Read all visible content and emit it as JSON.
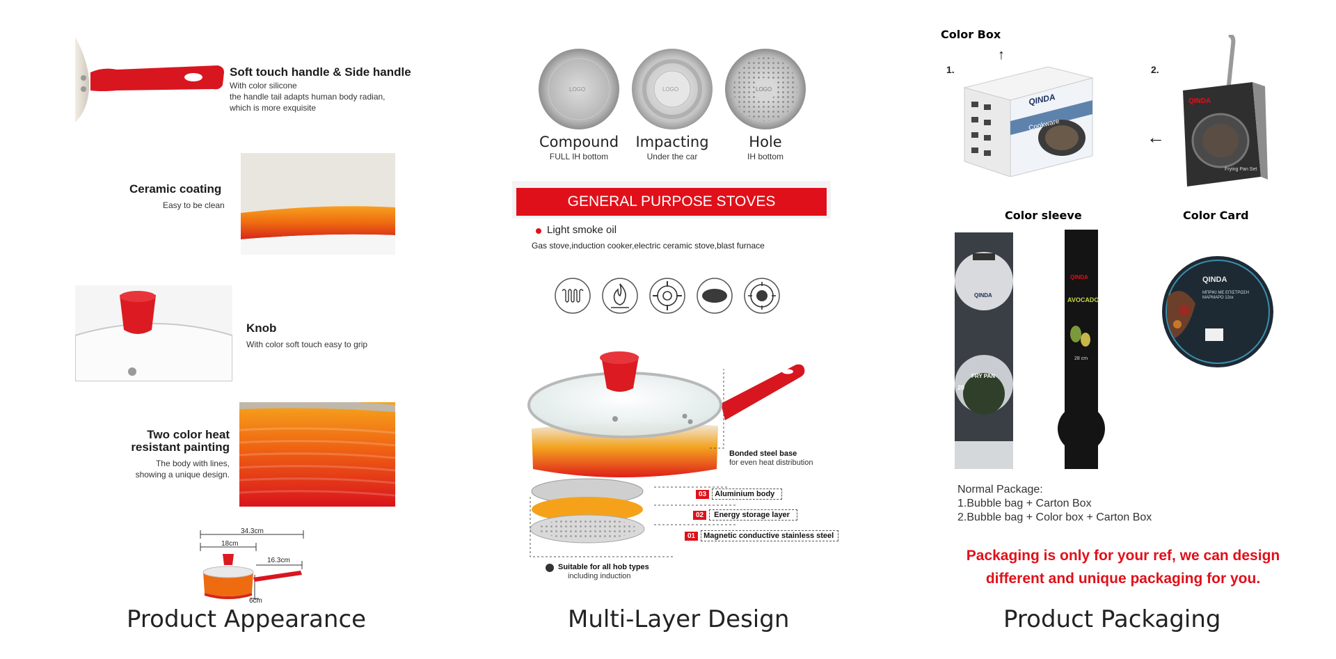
{
  "left": {
    "handle": {
      "title": "Soft touch handle & Side handle",
      "lines": [
        "With color silicone",
        "the handle tail adapts human body radian,",
        "which is more exquisite"
      ]
    },
    "ceramic": {
      "title": "Ceramic coating",
      "sub": "Easy to be clean"
    },
    "knob": {
      "title": "Knob",
      "sub": "With color soft touch easy to grip"
    },
    "painting": {
      "title_lines": [
        "Two color heat",
        "resistant painting"
      ],
      "sub_lines": [
        "The body with lines,",
        "showing a unique design."
      ]
    },
    "dimensions": {
      "overall": "34.3cm",
      "diameter": "18cm",
      "handle": "16.3cm",
      "height": "6cm"
    },
    "caption": "Product Appearance"
  },
  "middle": {
    "bottoms": [
      {
        "name": "Compound",
        "sub": "FULL IH bottom",
        "logo": "LOGO"
      },
      {
        "name": "Impacting",
        "sub": "Under the car",
        "logo": "LOGO"
      },
      {
        "name": "Hole",
        "sub": "IH bottom",
        "logo": "LOGO"
      }
    ],
    "banner": "GENERAL PURPOSE STOVES",
    "bullet": "Light smoke oil",
    "stoves": "Gas stove,induction cooker,electric ceramic stove,blast furnace",
    "stove_icons": [
      "coil-stove-icon",
      "gas-flame-icon",
      "gas-burner-icon",
      "ceramic-plate-icon",
      "induction-icon"
    ],
    "layers": {
      "base_title": "Bonded steel base",
      "base_sub": "for even heat distribution",
      "items": [
        {
          "num": "03",
          "label": "Aluminium body"
        },
        {
          "num": "02",
          "label": "Energy storage layer"
        },
        {
          "num": "01",
          "label": "Magnetic conductive stainless steel"
        }
      ],
      "hob_title": "Suitable for all hob types",
      "hob_sub": "including induction"
    },
    "caption": "Multi-Layer Design"
  },
  "right": {
    "color_box_label": "Color Box",
    "num1": "1.",
    "num2": "2.",
    "brand": "QINDA",
    "box_word": "Cookware",
    "pan_text": "Frying Pan Set",
    "color_sleeve_label": "Color sleeve",
    "color_card_label": "Color Card",
    "sleeve_a": {
      "product": "FRY PAN",
      "size": "20"
    },
    "sleeve_b": {
      "product": "AVOCADO",
      "size": "28 cm"
    },
    "card_text": "ΜΠΡΙΚΙ ΜΕ ΕΠΙΣΤΡΩΣΗ ΜΑΡΜΑΡΟ 12εκ",
    "package_title": "Normal Package:",
    "package_lines": [
      "1.Bubble bag + Carton Box",
      "2.Bubble bag + Color box + Carton Box"
    ],
    "note_lines": [
      "Packaging is only for your ref, we can design",
      "different and unique packaging for you."
    ],
    "caption": "Product Packaging"
  },
  "colors": {
    "red": "#e0101a",
    "orange": "#f39c1c",
    "dark": "#1b1b1b"
  }
}
